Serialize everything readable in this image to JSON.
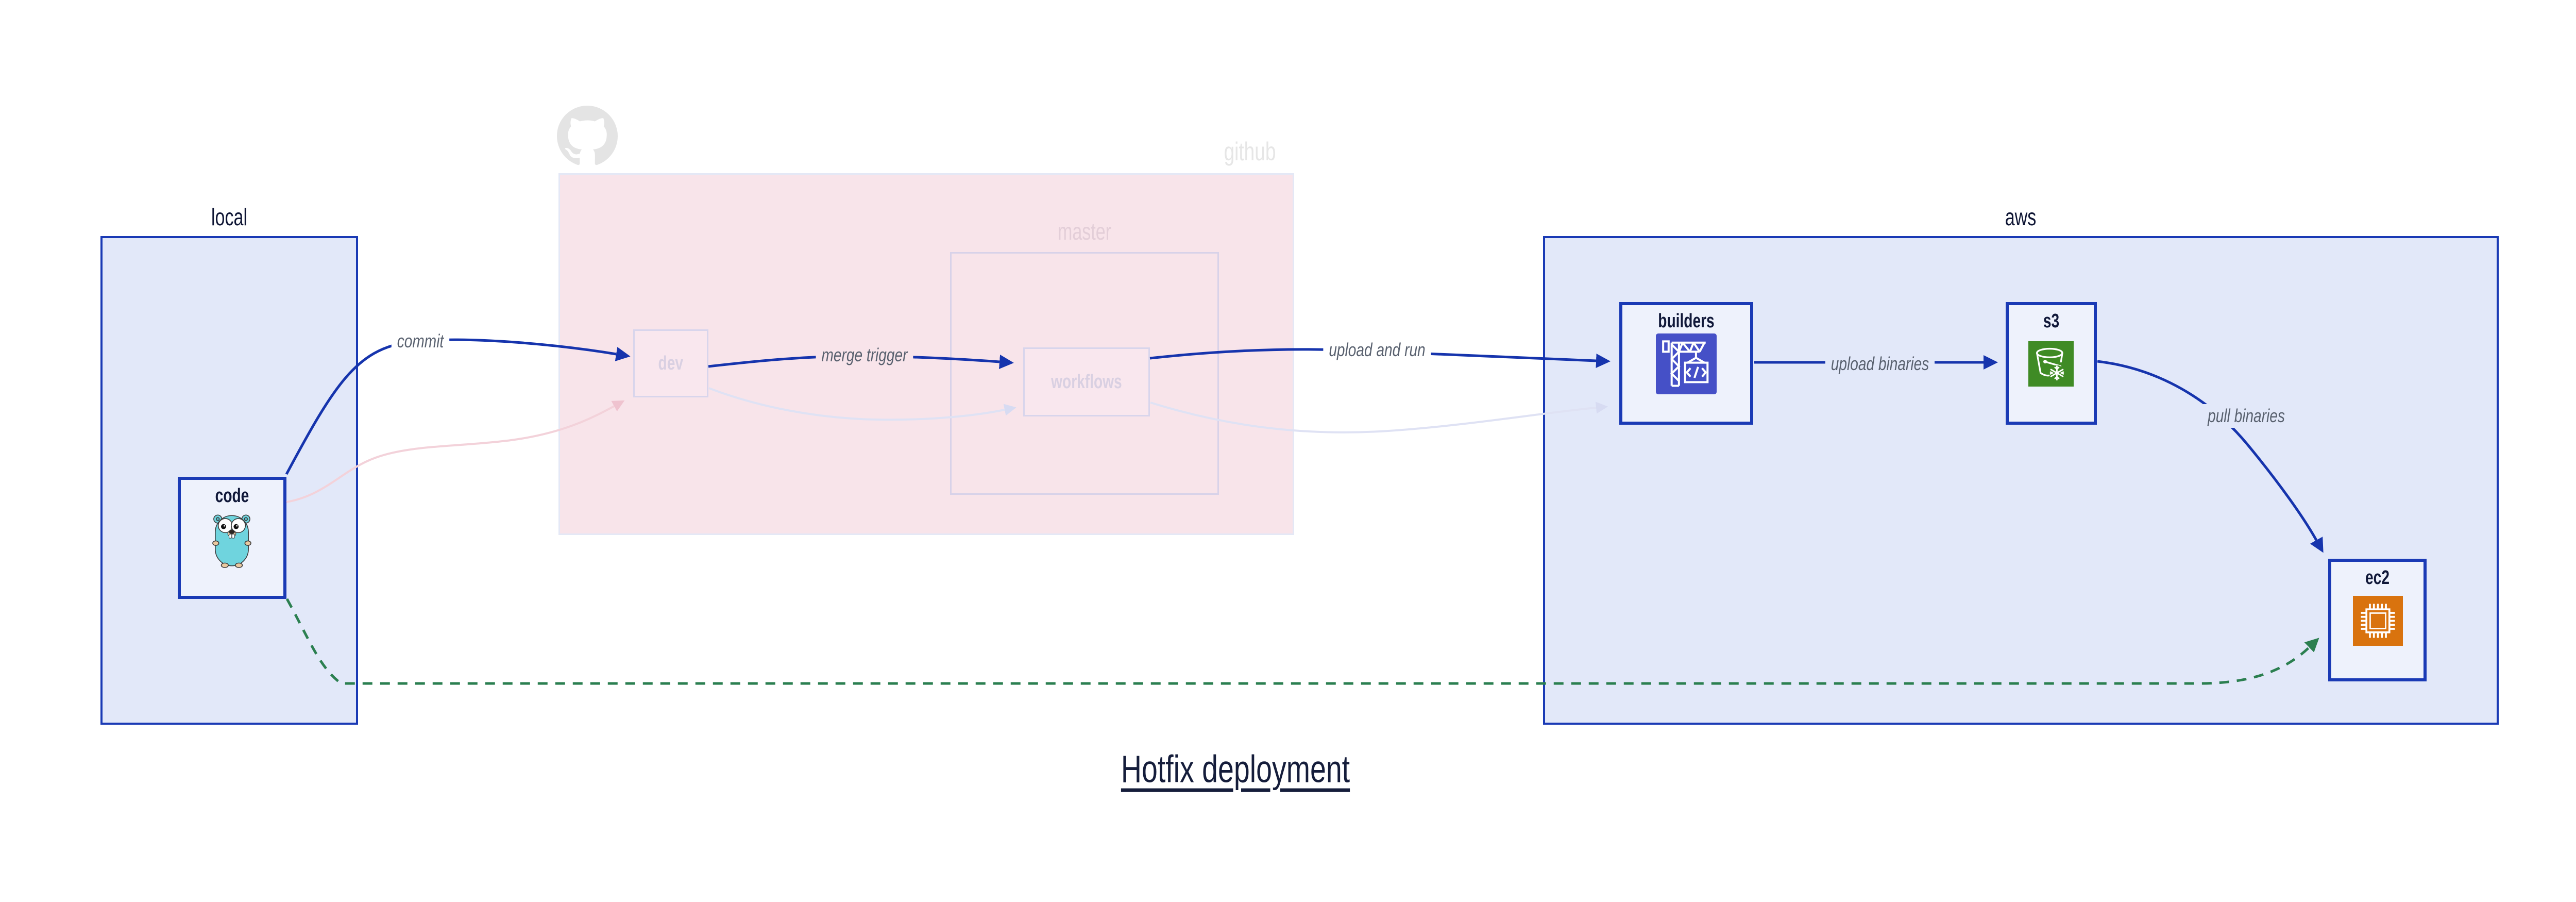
{
  "diagram": {
    "type": "flow-diagram",
    "title": "Hotfix deployment",
    "containers": {
      "local": {
        "label": "local",
        "state": "active"
      },
      "github": {
        "label": "github",
        "state": "faded"
      },
      "master": {
        "label": "master",
        "state": "faded",
        "parent": "github"
      },
      "aws": {
        "label": "aws",
        "state": "active"
      }
    },
    "nodes": {
      "code": {
        "label": "code",
        "parent": "local",
        "icon": "go-gopher",
        "state": "active"
      },
      "dev": {
        "label": "dev",
        "parent": "github",
        "icon": null,
        "state": "faded"
      },
      "workflows": {
        "label": "workflows",
        "parent": "master",
        "icon": null,
        "state": "faded"
      },
      "builders": {
        "label": "builders",
        "parent": "aws",
        "icon": "aws-codebuild",
        "state": "active"
      },
      "s3": {
        "label": "s3",
        "parent": "aws",
        "icon": "aws-s3-glacier",
        "state": "active"
      },
      "ec2": {
        "label": "ec2",
        "parent": "aws",
        "icon": "aws-ec2-chip",
        "state": "active"
      }
    },
    "edges": {
      "commit": {
        "label": "commit",
        "from": "code",
        "to": "dev",
        "style": "solid-blue"
      },
      "merge_trigger": {
        "label": "merge trigger",
        "from": "dev",
        "to": "workflows",
        "style": "solid-blue"
      },
      "upload_and_run": {
        "label": "upload and run",
        "from": "workflows",
        "to": "builders",
        "style": "solid-blue"
      },
      "upload_binaries": {
        "label": "upload binaries",
        "from": "builders",
        "to": "s3",
        "style": "solid-blue"
      },
      "pull_binaries": {
        "label": "pull binaries",
        "from": "s3",
        "to": "ec2",
        "style": "solid-blue"
      },
      "hotfix_path": {
        "label": "",
        "from": "code",
        "to": "ec2",
        "style": "dashed-green"
      },
      "faded_commit": {
        "label": "",
        "from": "code",
        "to": "dev",
        "style": "faded-pink"
      },
      "faded_merge": {
        "label": "",
        "from": "dev",
        "to": "workflows",
        "style": "faded-lavender"
      },
      "faded_upload": {
        "label": "",
        "from": "workflows",
        "to": "builders",
        "style": "faded-lavender"
      }
    },
    "colors": {
      "active_border_blue": "#1a3ab5",
      "active_edge_blue": "#1634ad",
      "container_fill_lavender": "#e2e8f9",
      "node_fill": "#eef2fc",
      "github_container_fill": "#f8e4ea",
      "faded_node_border": "#d8d5ec",
      "faded_edge_lavender": "#dfe2f4",
      "faded_edge_pink": "#f3d2da",
      "hotfix_edge_green": "#2b7f50",
      "edge_label_text": "#59616f",
      "node_label_text": "#101839",
      "faded_label_text": "#d9d0e2",
      "github_gray": "#e4e4e4",
      "codebuild_icon_bg": "#4550c7",
      "s3_glacier_icon_bg": "#3f8b25",
      "ec2_icon_bg": "#d9730e",
      "gopher_teal": "#6fd4de",
      "title_text": "#151d3b"
    }
  }
}
